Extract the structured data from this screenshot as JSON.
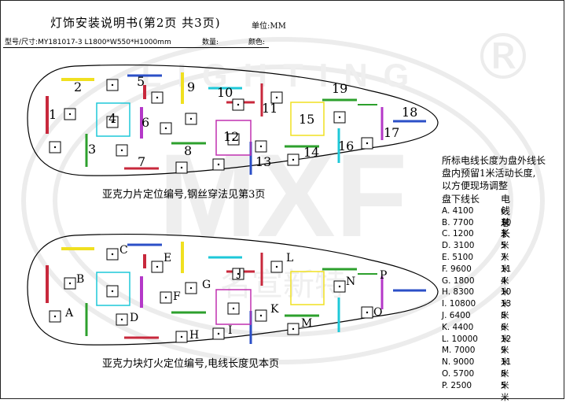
{
  "header": {
    "title": "灯饰安装说明书(第2页 共3页)",
    "unit": "单位:MM",
    "spec": "型号/尺寸:MY181017-3  L1800*W550*H1000mm",
    "qty_label": "数量:",
    "color_label": "颜色:"
  },
  "watermark": {
    "text": "LIGHTING",
    "brand": "MXF",
    "registered": "®",
    "chinese": "名宣新特"
  },
  "panel_top": {
    "caption": "亚克力片定位编号,钢丝穿法见第3页",
    "labels": [
      "1",
      "2",
      "3",
      "4",
      "5",
      "6",
      "7",
      "8",
      "9",
      "10",
      "11",
      "12",
      "13",
      "14",
      "15",
      "16",
      "17",
      "18",
      "19"
    ]
  },
  "panel_bottom": {
    "caption": "亚克力块灯火定位编号,电线长度见本页",
    "labels": [
      "A",
      "B",
      "C",
      "D",
      "E",
      "F",
      "G",
      "H",
      "I",
      "J",
      "K",
      "L",
      "M",
      "N",
      "O",
      "P"
    ]
  },
  "notes": {
    "line1": "所标电线长度为盘外线长",
    "line2": "盘内预留1米活动长度,",
    "line3": "以方便现场调整"
  },
  "wire_table": {
    "col1": "盘下线长",
    "col2": "电线总长",
    "rows": [
      {
        "id": "A.",
        "len": "4100",
        "total": "6米"
      },
      {
        "id": "B.",
        "len": "7700",
        "total": "10米"
      },
      {
        "id": "C.",
        "len": "1200",
        "total": "3米"
      },
      {
        "id": "D.",
        "len": "3100",
        "total": "5米"
      },
      {
        "id": "E.",
        "len": "5100",
        "total": "7米"
      },
      {
        "id": "F.",
        "len": "9600",
        "total": "11米"
      },
      {
        "id": "G.",
        "len": "1800",
        "total": "4米"
      },
      {
        "id": "H.",
        "len": "8300",
        "total": "10米"
      },
      {
        "id": "I.",
        "len": "10800",
        "total": "13米"
      },
      {
        "id": "J.",
        "len": "6400",
        "total": "8米"
      },
      {
        "id": "K.",
        "len": "4400",
        "total": "6米"
      },
      {
        "id": "L.",
        "len": "10000",
        "total": "12米"
      },
      {
        "id": "M.",
        "len": "7000",
        "total": "9米"
      },
      {
        "id": "N.",
        "len": "9000",
        "total": "11米"
      },
      {
        "id": "O.",
        "len": "5700",
        "total": "8米"
      },
      {
        "id": "P.",
        "len": "2500",
        "total": "5米"
      }
    ]
  },
  "colors": {
    "blue": "#2b4fc7",
    "red": "#c8283c",
    "green": "#2da02d",
    "yellow": "#f0e020",
    "purple": "#b438c8",
    "cyan": "#1ec8d8",
    "magenta": "#c030b0"
  }
}
